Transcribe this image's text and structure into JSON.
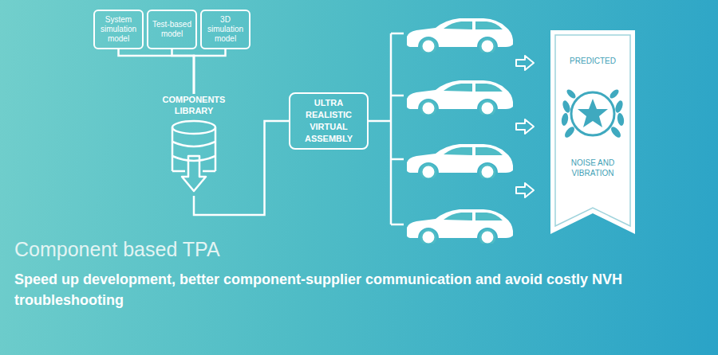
{
  "diagram": {
    "title": "Component based TPA",
    "caption": "Speed up development, better component-supplier communication and avoid costly NVH troubleshooting",
    "nodes": [
      {
        "text": [
          "System simulation model"
        ]
      },
      {
        "text": [
          "Test-based model"
        ]
      },
      {
        "text": [
          "3D simulation model"
        ]
      },
      {
        "text": [
          "COMPONENTS LIBRARY"
        ]
      },
      {
        "text": [
          "ULTRA REALISTIC VIRTUAL ASSEMBLY"
        ]
      },
      {
        "text": [
          "PREDICTED",
          "NOISE AND VIBRATION"
        ]
      }
    ],
    "edges": [
      {
        "from": 0,
        "to": 3,
        "arrow": "none"
      },
      {
        "from": 1,
        "to": 3,
        "arrow": "none"
      },
      {
        "from": 2,
        "to": 3,
        "arrow": "none"
      },
      {
        "from": 3,
        "to": 4,
        "arrow": "none"
      }
    ]
  }
}
